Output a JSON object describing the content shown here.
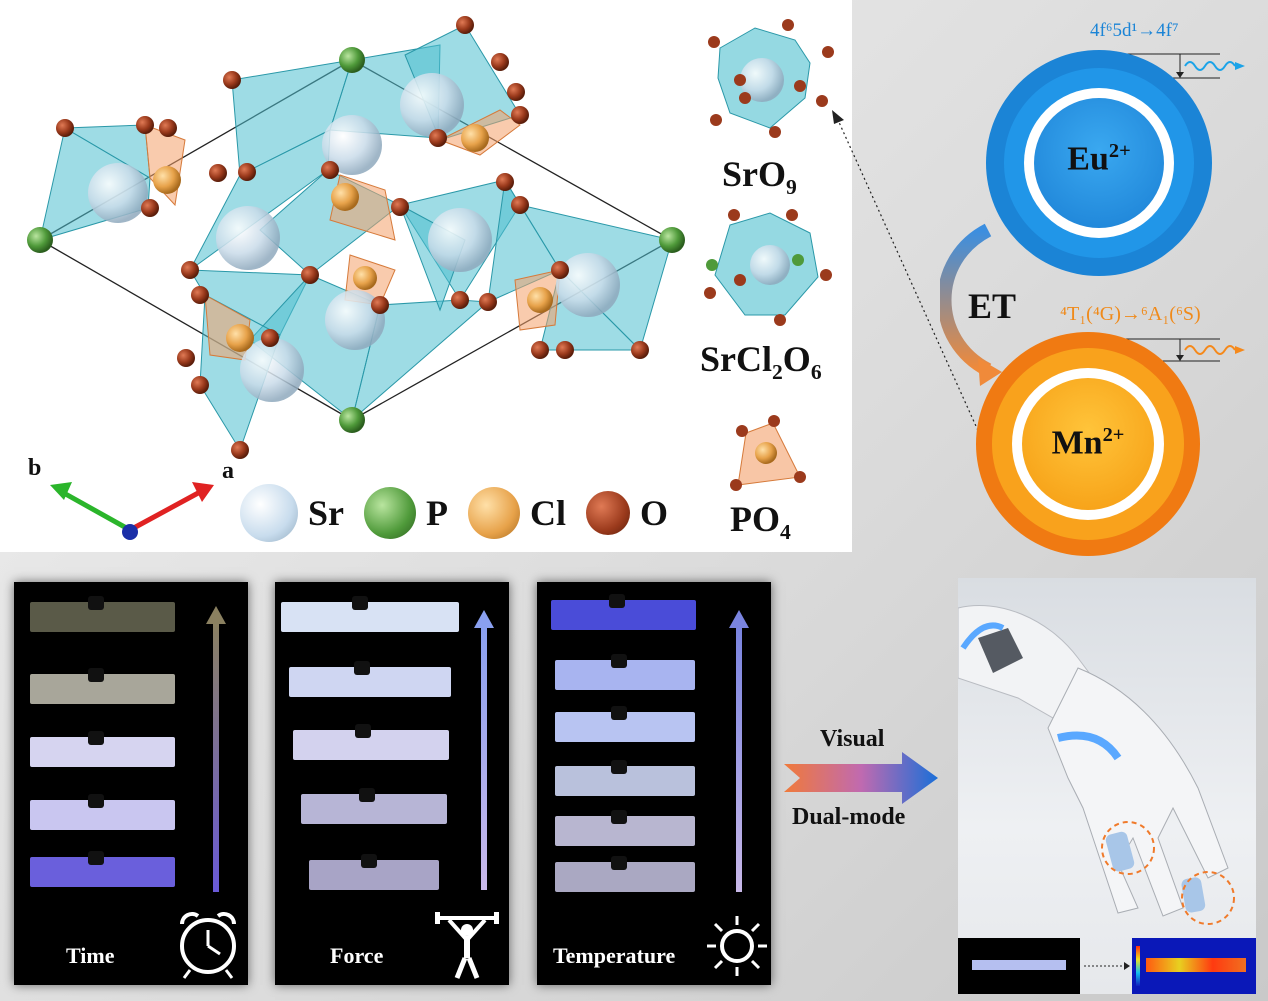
{
  "crystal": {
    "axis_b": "b",
    "axis_a": "a",
    "legend": [
      {
        "symbol": "Sr",
        "color": "#c8dced"
      },
      {
        "symbol": "P",
        "color": "#4f9a3a"
      },
      {
        "symbol": "Cl",
        "color": "#e7a24a"
      },
      {
        "symbol": "O",
        "color": "#9b3a1c"
      }
    ]
  },
  "polyhedra": {
    "sro9": {
      "base": "SrO",
      "sub": "9"
    },
    "srcl2o6": {
      "p1": "SrCl",
      "s1": "2",
      "p2": "O",
      "s2": "6"
    },
    "po4": {
      "base": "PO",
      "sub": "4"
    }
  },
  "energy": {
    "eu_label": "Eu",
    "eu_sup": "2+",
    "eu_transition": "4f⁶5d¹→4f⁷",
    "et_label": "ET",
    "mn_label": "Mn",
    "mn_sup": "2+",
    "mn_transition": "⁴T₁(⁴G)→⁶A₁(⁶S)",
    "eu_color": "#1b84d6",
    "mn_color": "#f5891b"
  },
  "panels": {
    "time": "Time",
    "force": "Force",
    "temperature": "Temperature"
  },
  "arrow": {
    "top": "Visual",
    "bottom": "Dual-mode"
  }
}
